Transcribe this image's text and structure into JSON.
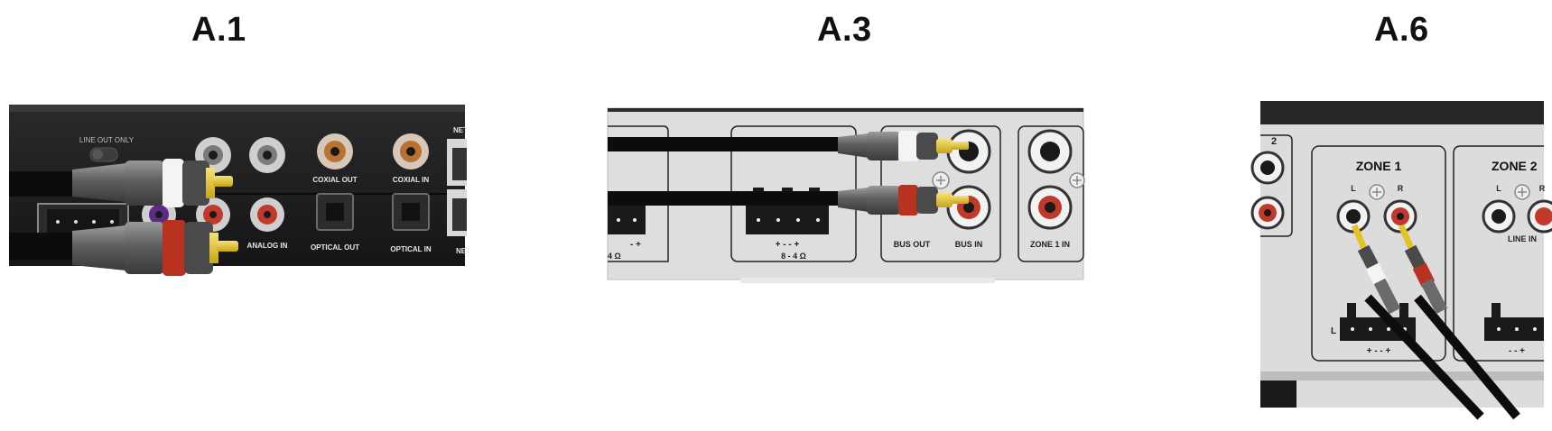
{
  "panels": [
    {
      "title": "A.1",
      "labels": {
        "line_out_only": "LINE OUT ONLY",
        "coaxial_out": "COXIAL OUT",
        "coaxial_in": "COXIAL IN",
        "analog_in": "ANALOG IN",
        "optical_out": "OPTICAL OUT",
        "optical_in": "OPTICAL IN",
        "net_top": "NET",
        "net_bottom": "NET"
      }
    },
    {
      "title": "A.3",
      "labels": {
        "left_ohm": "4 Ω",
        "left_pins": "-   +",
        "mid_pins": "+   -   -   +",
        "mid_ohm": "8 - 4 Ω",
        "bus_out": "BUS OUT",
        "bus_in": "BUS IN",
        "zone1_in": "ZONE 1 IN"
      }
    },
    {
      "title": "A.6",
      "labels": {
        "left_num": "2",
        "zone1": "ZONE 1",
        "zone2": "ZONE 2",
        "l": "L",
        "r": "R",
        "l2": "L",
        "r2": "R",
        "line_in": "LINE IN",
        "block_l": "L",
        "pins1": "+  -  -  +",
        "pins2": "-  -  +"
      }
    }
  ],
  "colors": {
    "device_dark": "#1e1e20",
    "device_grey": "#dcdcdc",
    "cable_black": "#0c0c0c",
    "plug_grey": "#6a6a6a",
    "collar_white": "#f4f4f4",
    "collar_red": "#b8321f",
    "tip_gold": "#e3c427",
    "jack_red": "#c0392b",
    "jack_copper": "#b87333"
  }
}
